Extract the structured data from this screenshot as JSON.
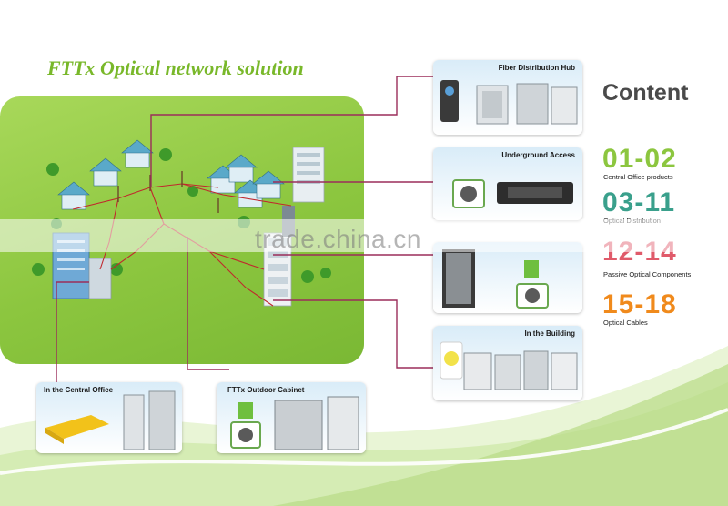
{
  "title": "FTTx Optical network solution",
  "content": {
    "heading": "Content",
    "sections": [
      {
        "range": "01-02",
        "label": "Central Office products",
        "color": "#8cc63f"
      },
      {
        "range": "03-11",
        "label": "Optical Distribution",
        "color": "#3aa08c"
      },
      {
        "range": "12-14",
        "label": "Passive Optical Components",
        "color": "#e05a6a"
      },
      {
        "range": "15-18",
        "label": "Optical Cables",
        "color": "#f08a1c"
      }
    ]
  },
  "cards": {
    "fiber_distribution_hub": "Fiber Distribution Hub",
    "underground_access": "Underground Access",
    "in_the_building": "In the Building",
    "central_office": "In the Central Office",
    "outdoor_cabinet": "FTTx Outdoor Cabinet"
  },
  "watermark": "trade.china.cn",
  "colors": {
    "map_green": "#8cc63f",
    "connector": "#9b2d5a",
    "card_blue": "#d9ecf8"
  }
}
